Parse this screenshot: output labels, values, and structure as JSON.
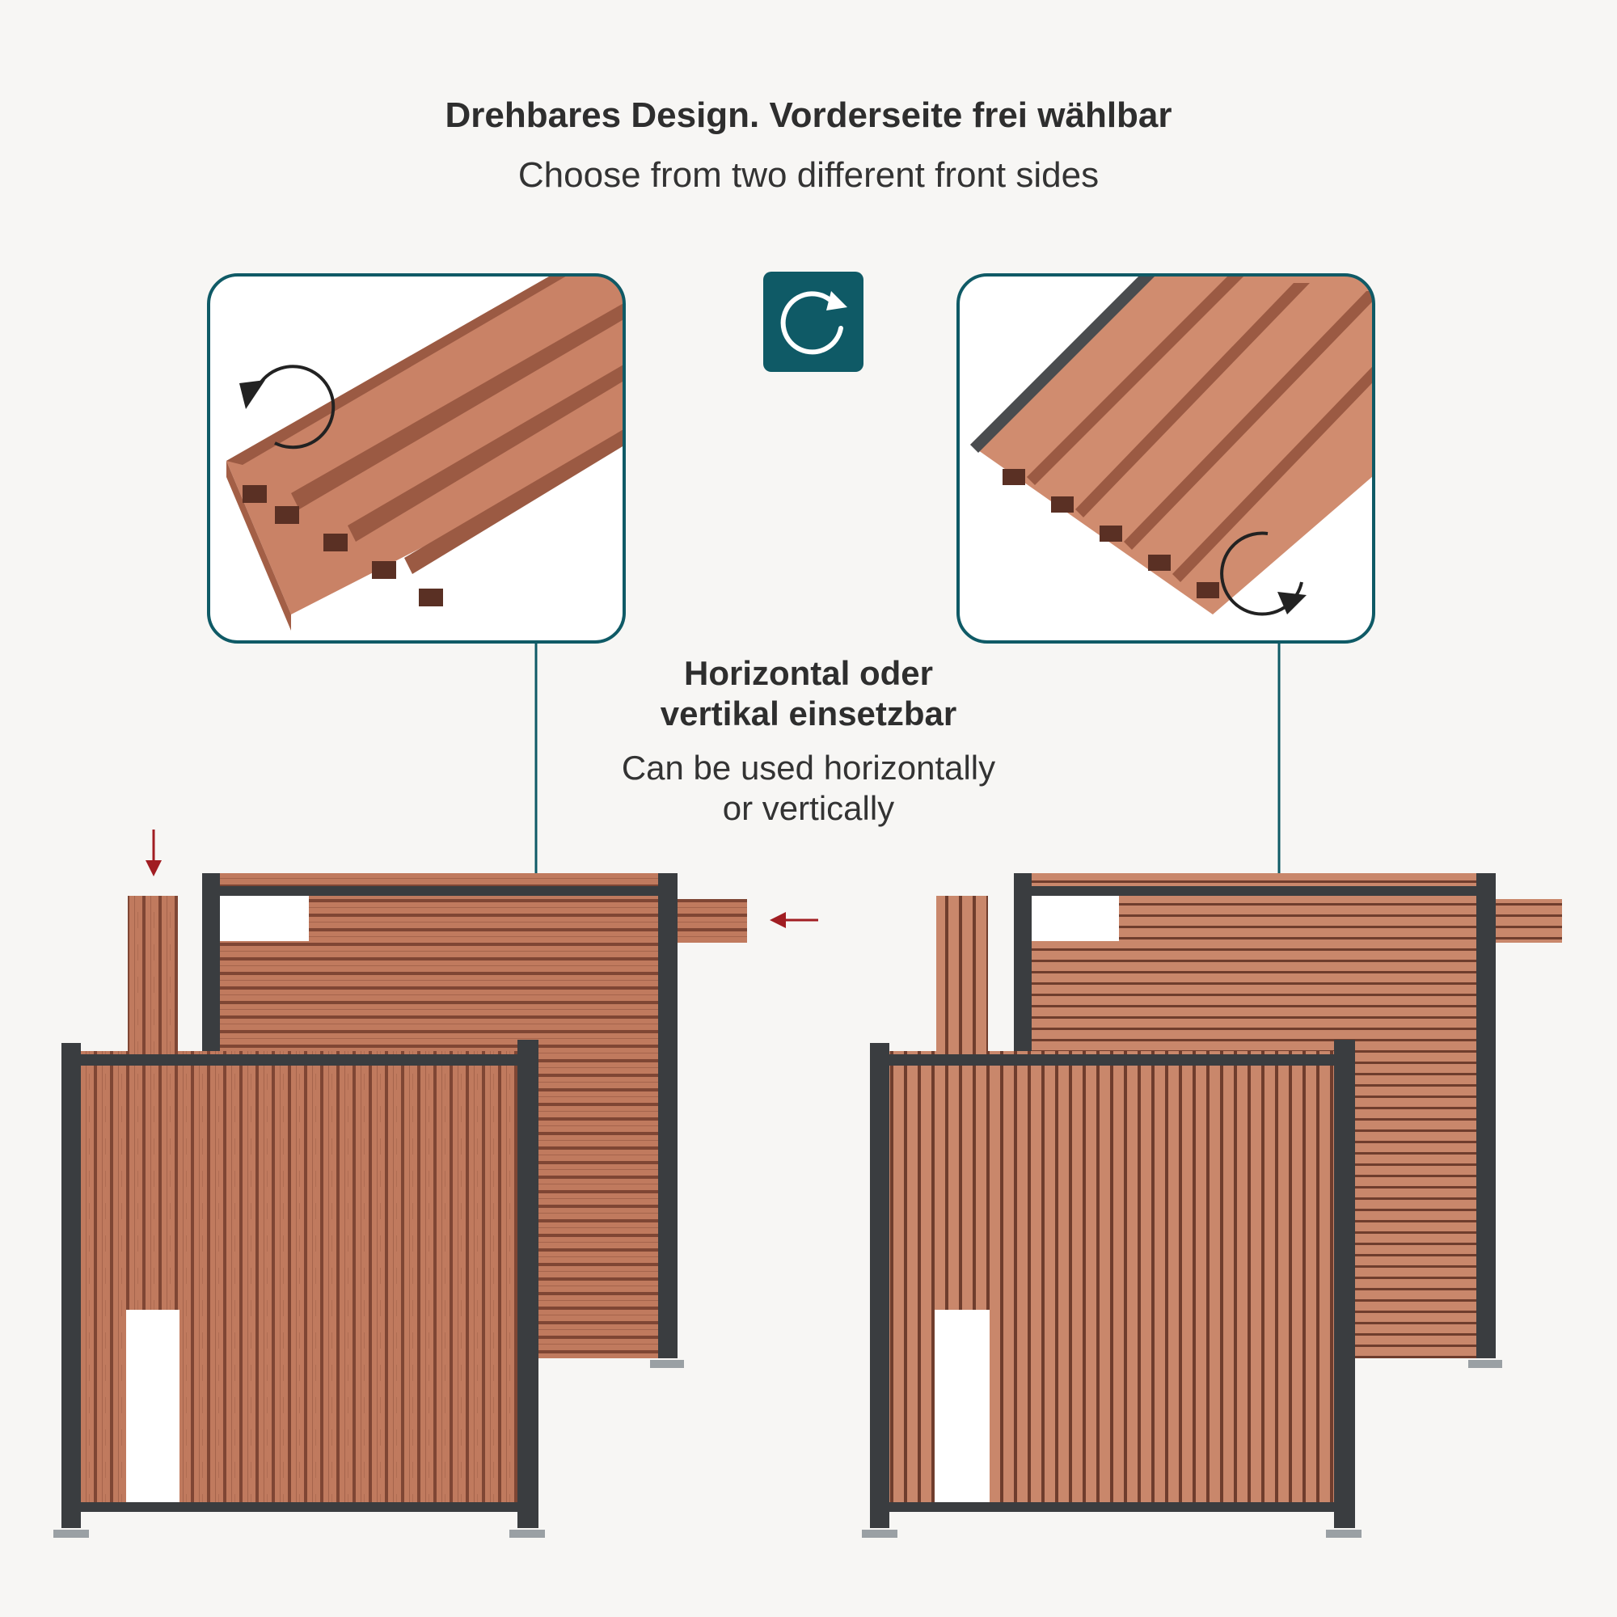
{
  "header": {
    "title": "Drehbares Design. Vorderseite frei wählbar",
    "subtitle": "Choose from two different front sides"
  },
  "middle": {
    "title_line1": "Horizontal oder",
    "title_line2": "vertikal einsetzbar",
    "subtitle_line1": "Can be used horizontally",
    "subtitle_line2": "or vertically"
  },
  "icons": {
    "center": "rotate-icon",
    "left_panel_arrow": "rotate-left-arrow-icon",
    "right_panel_arrow": "rotate-right-arrow-icon",
    "insert_down": "arrow-down-icon",
    "insert_left": "arrow-left-icon"
  },
  "colors": {
    "accent": "#0f5a66",
    "wood": "#c07a5e",
    "wood_dark": "#8a4f3a",
    "frame": "#3a3d40",
    "arrow_red": "#a11d22"
  }
}
